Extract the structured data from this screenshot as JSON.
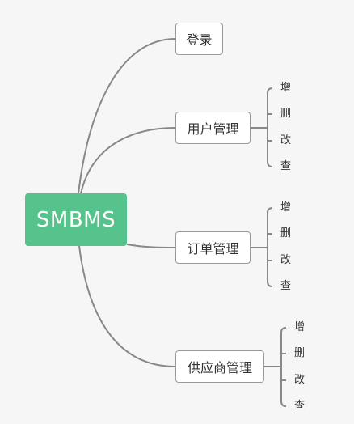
{
  "root": {
    "label": "SMBMS",
    "color": "#55c38b"
  },
  "branches": [
    {
      "label": "登录",
      "children": []
    },
    {
      "label": "用户管理",
      "children": [
        "增",
        "删",
        "改",
        "查"
      ]
    },
    {
      "label": "订单管理",
      "children": [
        "增",
        "删",
        "改",
        "查"
      ]
    },
    {
      "label": "供应商管理",
      "children": [
        "增",
        "删",
        "改",
        "查"
      ]
    }
  ],
  "line_color": "#888888"
}
